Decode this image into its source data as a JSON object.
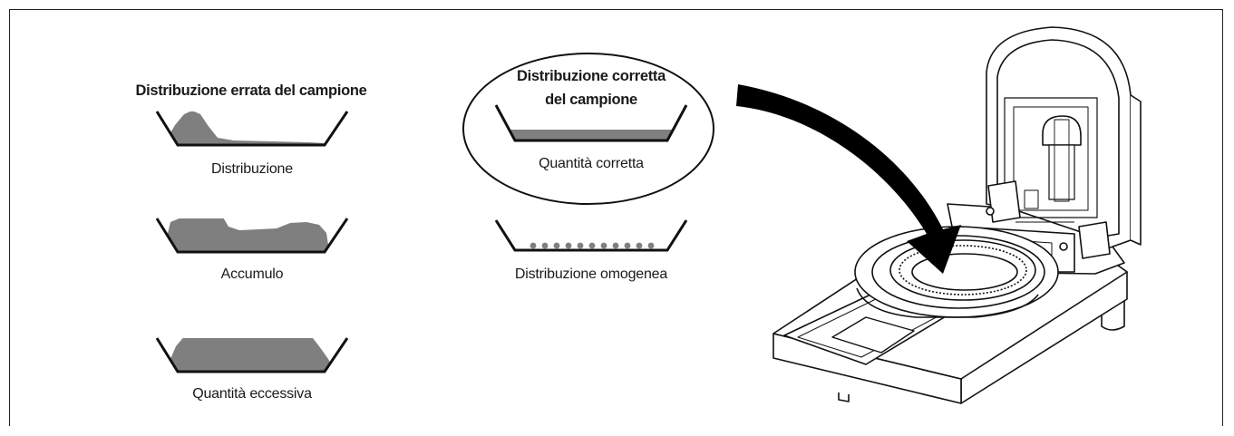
{
  "wrong": {
    "heading": "Distribuzione errata del campione",
    "examples": [
      {
        "label": "Distribuzione"
      },
      {
        "label": "Accumulo"
      },
      {
        "label": "Quantità eccessiva"
      }
    ]
  },
  "correct": {
    "heading_line1": "Distribuzione corretta",
    "heading_line2": "del campione",
    "examples": [
      {
        "label": "Quantità corretta"
      },
      {
        "label": "Distribuzione omogenea"
      }
    ]
  },
  "colors": {
    "sample_fill": "#7f7f7f",
    "line": "#111111",
    "arrow": "#000000"
  }
}
